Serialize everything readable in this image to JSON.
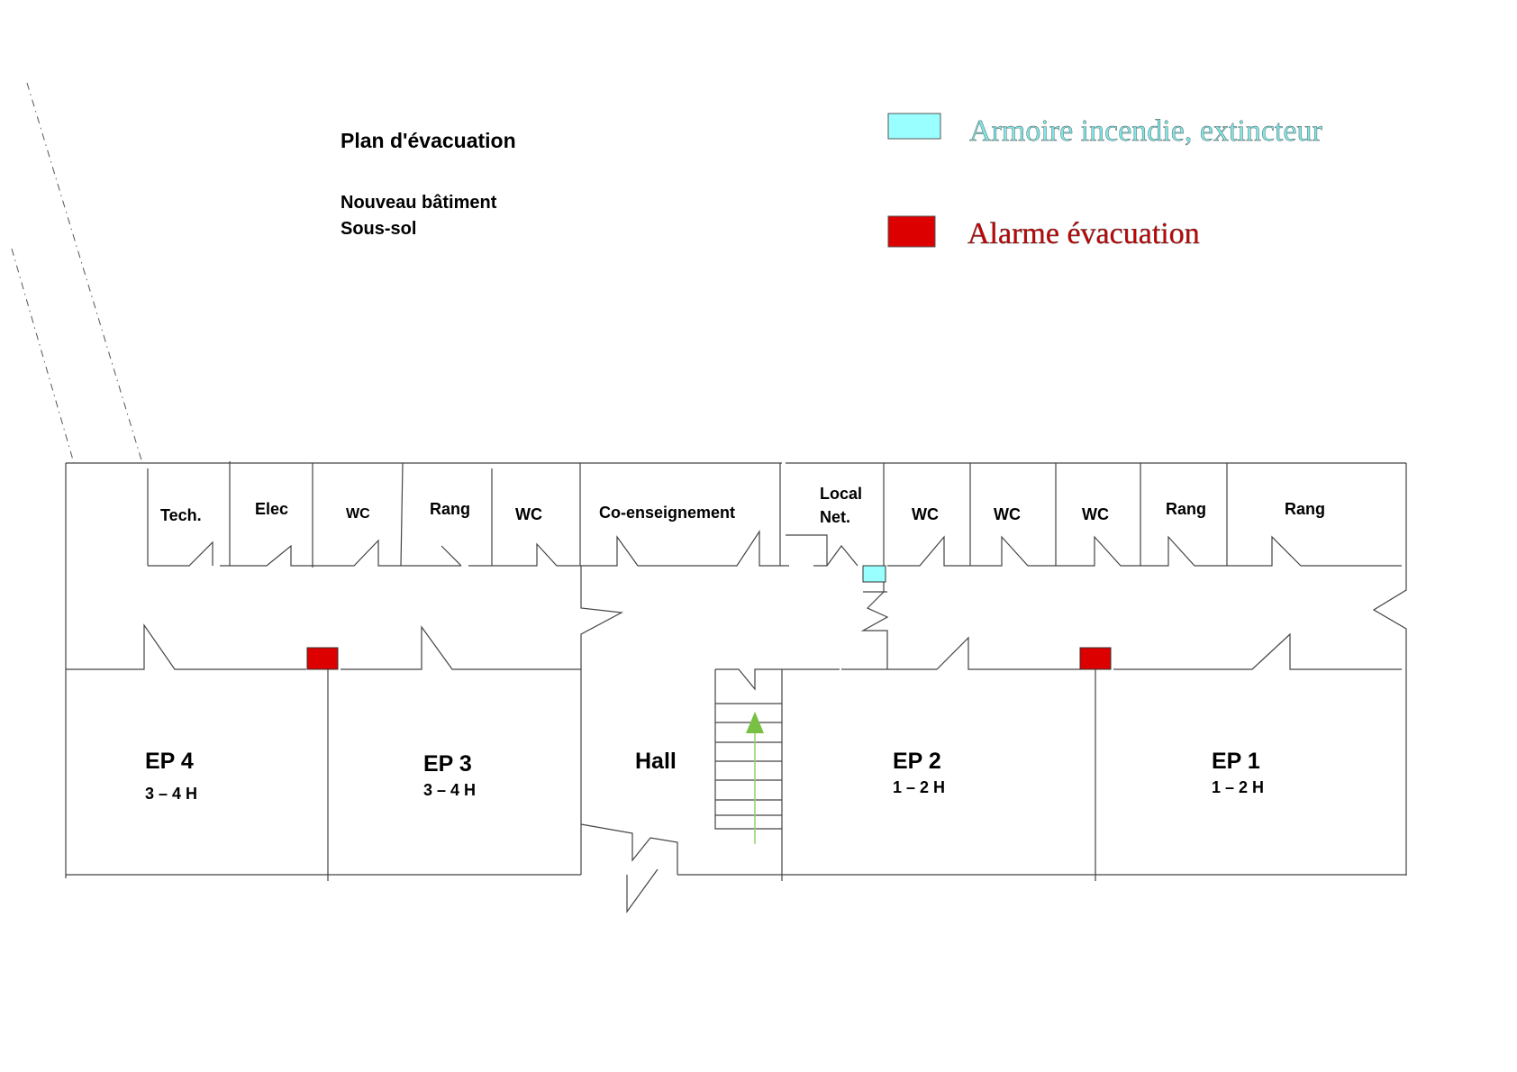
{
  "title": "Plan d'évacuation",
  "subtitle_1": "Nouveau bâtiment",
  "subtitle_2": "Sous-sol",
  "legend": {
    "fire": {
      "label": "Armoire incendie, extincteur",
      "color": "#99ffff",
      "text_color": "#7fe8e8"
    },
    "alarm": {
      "label": "Alarme évacuation",
      "color": "#dd0000",
      "text_color": "#cc0000"
    }
  },
  "rooms_top": {
    "tech": "Tech.",
    "elec": "Elec",
    "wc1": "WC",
    "rang1": "Rang",
    "wc2": "WC",
    "coens": "Co-enseignement",
    "local_1": "Local",
    "local_2": "Net.",
    "wc3": "WC",
    "wc4": "WC",
    "wc5": "WC",
    "rang2": "Rang",
    "rang3": "Rang"
  },
  "rooms_bottom": {
    "ep4": {
      "name": "EP 4",
      "hours": "3 – 4 H"
    },
    "ep3": {
      "name": "EP 3",
      "hours": "3 – 4 H"
    },
    "hall": "Hall",
    "ep2": {
      "name": "EP 2",
      "hours": "1 – 2 H"
    },
    "ep1": {
      "name": "EP 1",
      "hours": "1 – 2 H"
    }
  },
  "arrow_color": "#77c043"
}
